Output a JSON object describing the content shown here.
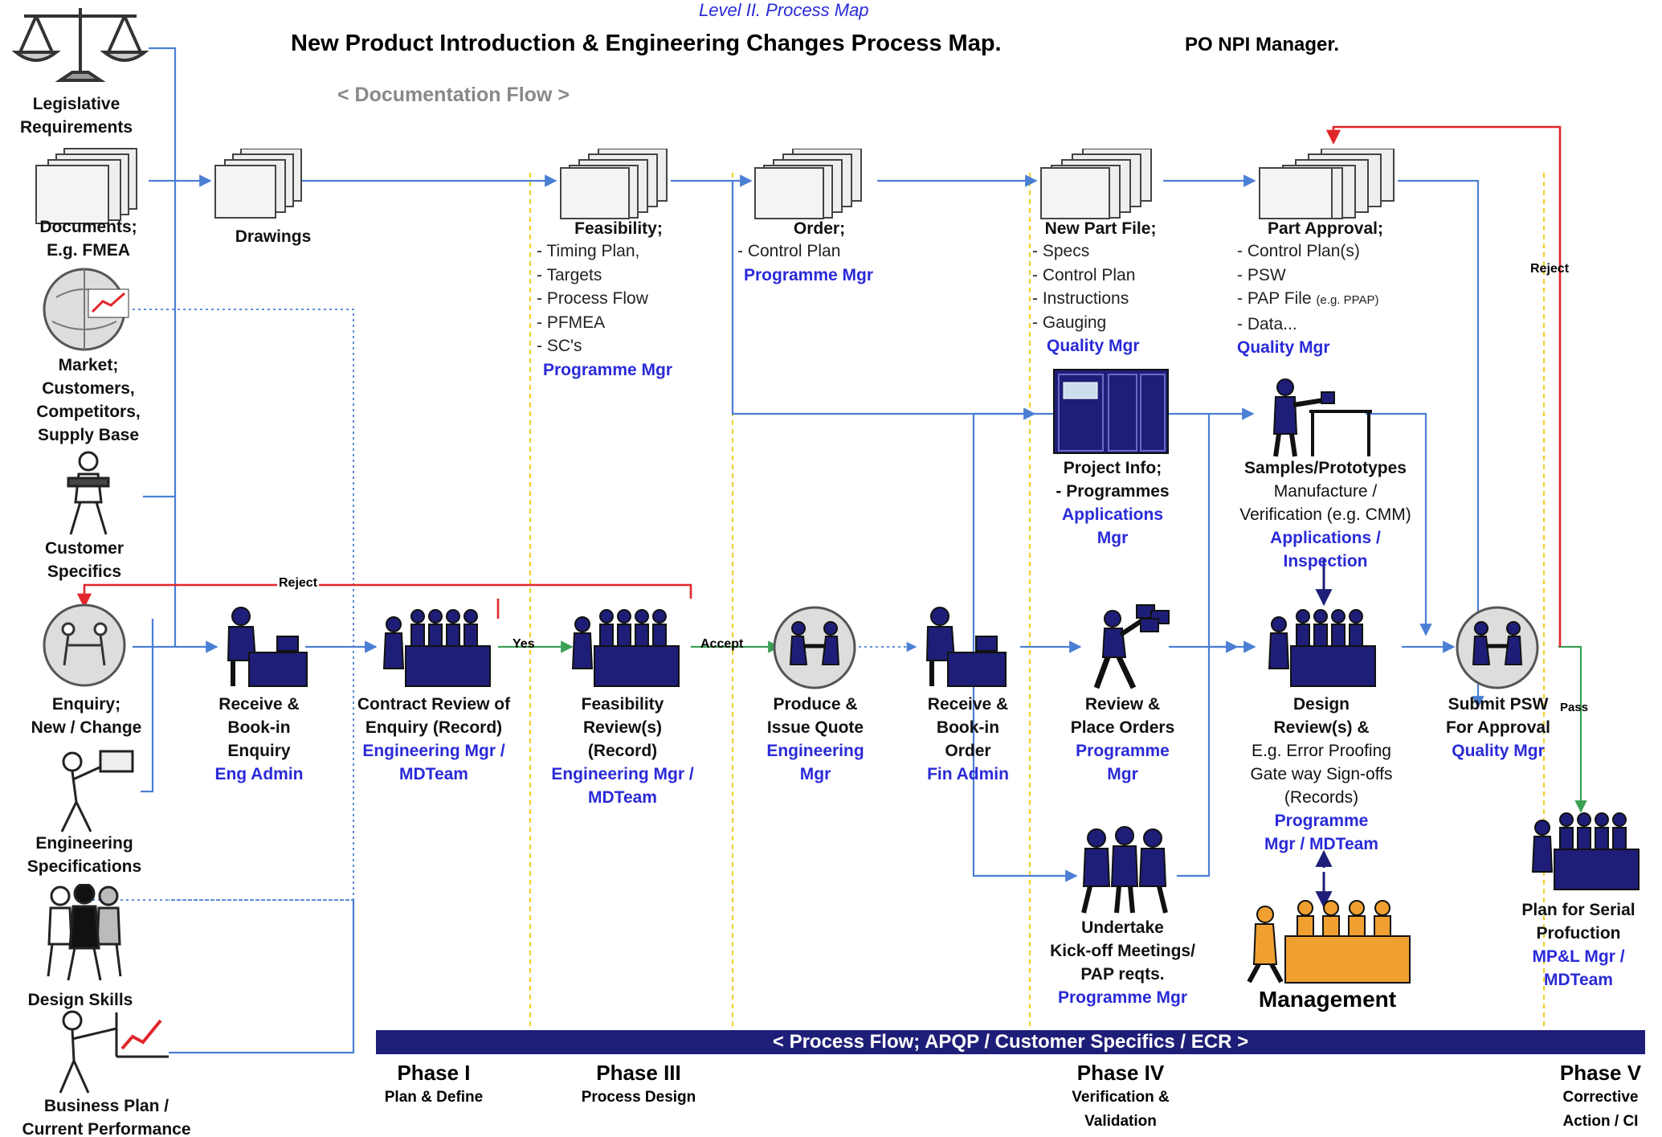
{
  "header": {
    "subtitle": "Level II. Process Map",
    "title": "New Product Introduction & Engineering Changes Process Map.",
    "owner": "PO NPI Manager.",
    "doc_flow": "< Documentation Flow >"
  },
  "inputs": {
    "legislative": [
      "Legislative",
      "Requirements"
    ],
    "documents": [
      "Documents;",
      "E.g. FMEA"
    ],
    "market": [
      "Market;",
      "Customers,",
      "Competitors,",
      "Supply Base"
    ],
    "customer": [
      "Customer",
      "Specifics"
    ],
    "enquiry": [
      "Enquiry;",
      "New / Change"
    ],
    "engineering": [
      "Engineering",
      "Specifications"
    ],
    "design_skills": [
      "Design Skills"
    ],
    "business": [
      "Business Plan /",
      "Current Performance"
    ]
  },
  "docs": {
    "drawings": "Drawings",
    "feasibility": {
      "title": "Feasibility;",
      "items": [
        "- Timing Plan,",
        "- Targets",
        "- Process Flow",
        "- PFMEA",
        "- SC's"
      ],
      "owner": "Programme Mgr"
    },
    "order": {
      "title": "Order;",
      "items": [
        "- Control Plan"
      ],
      "owner": "Programme Mgr"
    },
    "new_part": {
      "title": "New Part File;",
      "items": [
        "- Specs",
        "- Control Plan",
        "- Instructions",
        "- Gauging"
      ],
      "owner": "Quality Mgr"
    },
    "part_approval": {
      "title": "Part Approval;",
      "items": [
        "- Control Plan(s)",
        "- PSW",
        "- PAP File",
        "- Data..."
      ],
      "pap_note": "(e.g. PPAP)",
      "owner": "Quality Mgr"
    }
  },
  "steps": {
    "receive_enquiry": {
      "lines": [
        "Receive &",
        "Book-in",
        "Enquiry"
      ],
      "owner": [
        "Eng Admin"
      ]
    },
    "contract_review": {
      "lines": [
        "Contract Review of",
        "Enquiry (Record)"
      ],
      "owner": [
        "Engineering Mgr /",
        "MDTeam"
      ]
    },
    "feasibility_review": {
      "lines": [
        "Feasibility",
        "Review(s)",
        "(Record)"
      ],
      "owner": [
        "Engineering Mgr /",
        "MDTeam"
      ]
    },
    "produce_quote": {
      "lines": [
        "Produce &",
        "Issue Quote"
      ],
      "owner": [
        "Engineering",
        "Mgr"
      ]
    },
    "receive_order": {
      "lines": [
        "Receive &",
        "Book-in",
        "Order"
      ],
      "owner": [
        "Fin Admin"
      ]
    },
    "review_orders": {
      "lines": [
        "Review &",
        "Place Orders"
      ],
      "owner": [
        "Programme",
        "Mgr"
      ]
    },
    "project_info": {
      "lines": [
        "Project Info;",
        "- Programmes"
      ],
      "owner": [
        "Applications",
        "Mgr"
      ]
    },
    "samples": {
      "lines": [
        "Samples/Prototypes"
      ],
      "sub": [
        "Manufacture /",
        "Verification (e.g. CMM)"
      ],
      "owner": [
        "Applications /",
        "Inspection"
      ]
    },
    "design_review": {
      "lines": [
        "Design",
        "Review(s) &"
      ],
      "sub": [
        "E.g. Error Proofing",
        "Gate way Sign-offs",
        "(Records)"
      ],
      "owner": [
        "Programme",
        "Mgr / MDTeam"
      ]
    },
    "kickoff": {
      "lines": [
        "Undertake",
        "Kick-off Meetings/",
        "PAP reqts."
      ],
      "owner": [
        "Programme Mgr"
      ]
    },
    "submit_psw": {
      "lines": [
        "Submit PSW",
        "For Approval"
      ],
      "owner": [
        "Quality Mgr"
      ]
    },
    "plan_serial": {
      "lines": [
        "Plan for Serial",
        "Profuction"
      ],
      "owner": [
        "MP&L Mgr /",
        "MDTeam"
      ]
    },
    "management": "Management"
  },
  "connectors": {
    "reject_top": "Reject",
    "reject_left": "Reject",
    "yes": "Yes",
    "accept": "Accept",
    "pass": "Pass"
  },
  "process_flow": "<  Process Flow;  APQP / Customer Specifics / ECR  >",
  "phases": [
    {
      "name": "Phase I",
      "desc": [
        "Plan & Define"
      ]
    },
    {
      "name": "Phase III",
      "desc": [
        "Process Design"
      ]
    },
    {
      "name": "Phase IV",
      "desc": [
        "Verification &",
        "Validation"
      ]
    },
    {
      "name": "Phase V",
      "desc": [
        "Corrective",
        "Action / CI"
      ]
    }
  ],
  "colors": {
    "navy": "#1e1e78",
    "flow_line": "#4a7fd4",
    "reject": "#e0262a",
    "accept": "#3aa055",
    "owner_text": "#2a2ad8",
    "phase_divider": "#f0d020",
    "management": "#f0a030"
  }
}
